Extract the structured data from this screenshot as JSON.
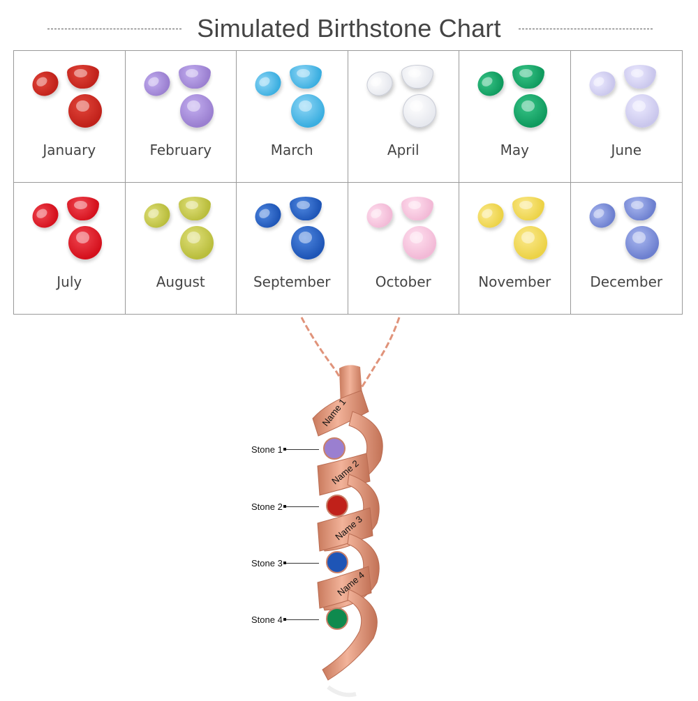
{
  "header": {
    "title": "Simulated Birthstone Chart"
  },
  "chart": {
    "months": [
      {
        "label": "January",
        "color": "#c0211a",
        "light": "#e2453a"
      },
      {
        "label": "February",
        "color": "#9a7fd0",
        "light": "#c3aef0"
      },
      {
        "label": "March",
        "color": "#3aaee0",
        "light": "#8fd6f6"
      },
      {
        "label": "April",
        "color": "#e6e8ee",
        "light": "#ffffff"
      },
      {
        "label": "May",
        "color": "#0f9a5e",
        "light": "#38c487"
      },
      {
        "label": "June",
        "color": "#c9c6ec",
        "light": "#eceaff"
      },
      {
        "label": "July",
        "color": "#d4101c",
        "light": "#f04650"
      },
      {
        "label": "August",
        "color": "#b9bd3c",
        "light": "#e0e07a"
      },
      {
        "label": "September",
        "color": "#1e55b6",
        "light": "#4f87e0"
      },
      {
        "label": "October",
        "color": "#f2b9d6",
        "light": "#ffe0ef"
      },
      {
        "label": "November",
        "color": "#ecd246",
        "light": "#fbe98c"
      },
      {
        "label": "December",
        "color": "#6c7fcf",
        "light": "#aab8f0"
      }
    ]
  },
  "product": {
    "metal_color": "#e39a7e",
    "metal_dark": "#b96c52",
    "stones": [
      {
        "label": "Stone 1",
        "color": "#9a7fd0"
      },
      {
        "label": "Stone 2",
        "color": "#c0211a"
      },
      {
        "label": "Stone 3",
        "color": "#1e55b6"
      },
      {
        "label": "Stone 4",
        "color": "#0f8a4e"
      }
    ],
    "names": [
      "Name 1",
      "Name 2",
      "Name 3",
      "Name 4"
    ]
  }
}
